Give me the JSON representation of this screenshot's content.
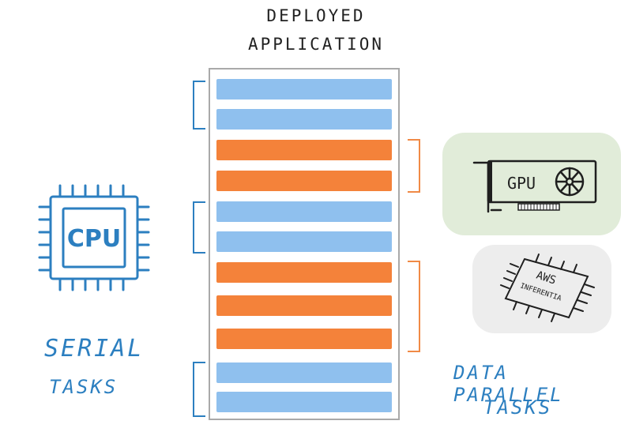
{
  "title": {
    "line1": "DEPLOYED",
    "line2": "APPLICATION"
  },
  "cpu": {
    "label": "CPU"
  },
  "gpu": {
    "label": "GPU"
  },
  "inferentia": {
    "line1": "AWS",
    "line2": "INFERENTIA"
  },
  "serial": {
    "line1": "SERIAL",
    "line2": "TASKS"
  },
  "parallel": {
    "line1": "DATA PARALLEL",
    "line2": "TASKS"
  },
  "tasks": [
    "serial",
    "serial",
    "parallel",
    "parallel",
    "serial",
    "serial",
    "parallel",
    "parallel",
    "parallel",
    "serial",
    "serial"
  ],
  "colors": {
    "serial": "#8fc0ee",
    "parallel": "#f4823a",
    "cpu": "#2c7fc0",
    "serial_bracket": "#2c7fc0",
    "parallel_bracket": "#f08a46",
    "box_border": "#a9a9a9"
  }
}
